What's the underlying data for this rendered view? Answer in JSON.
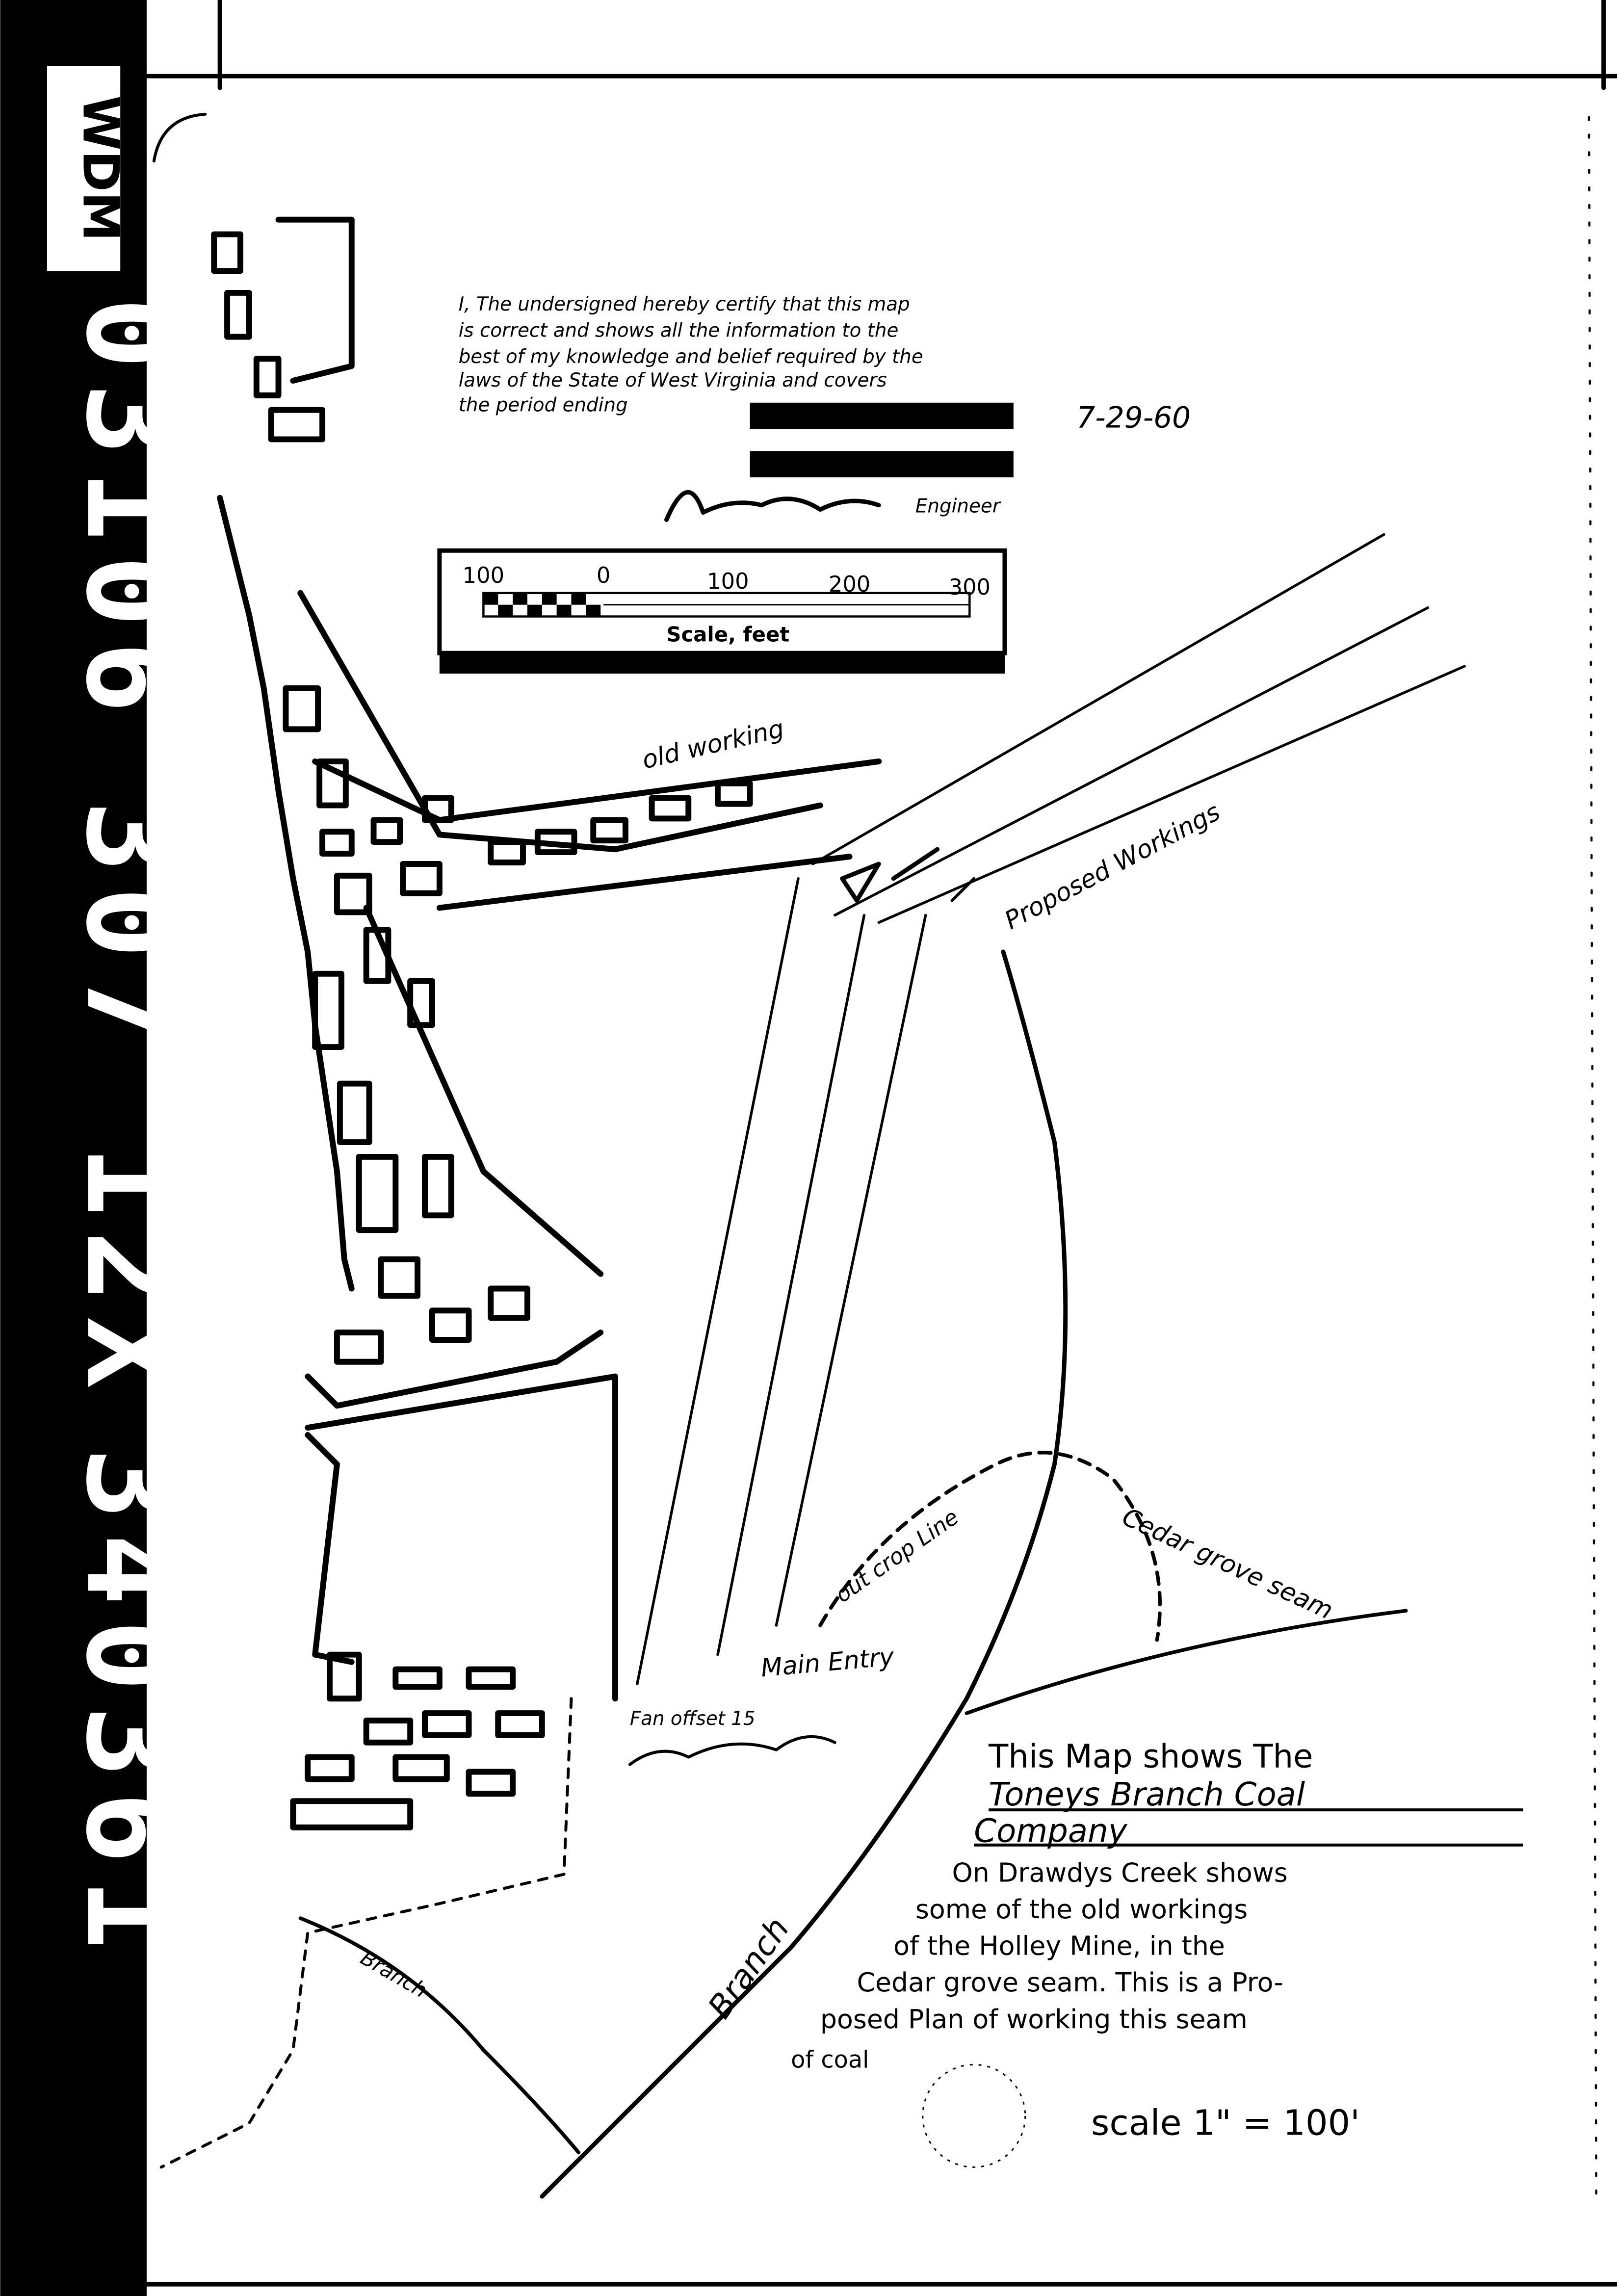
{
  "film_strip": {
    "labels": [
      "WDM",
      "0 3 1 0 6",
      "3 0 7",
      "1 2 X",
      "3 4 0 3 6 1"
    ]
  },
  "certification": {
    "lines": [
      "I, The undersigned hereby certify that this map",
      "is correct and shows all the information to the",
      "best of my knowledge and belief required by the",
      "laws of the State of West Virginia and covers",
      "the period ending"
    ],
    "date": "7-29-60",
    "title": "Engineer"
  },
  "scale_bar": {
    "ticks": [
      "100",
      "0",
      "100",
      "200",
      "300"
    ],
    "label": "Scale, feet"
  },
  "map_labels": {
    "old_working": "old working",
    "proposed_workings": "Proposed Workings",
    "main_entry": "Main Entry",
    "fan_offset": "Fan offset 15",
    "outcrop_line": "out crop Line",
    "seam": "Cedar grove seam",
    "branch_left": "Branch",
    "branch_right": "Branch"
  },
  "legend": {
    "lines": [
      "This Map shows The",
      "Toneys Branch Coal",
      "Company",
      "On Drawdys Creek shows",
      "some of the old workings",
      "of the Holley Mine, in the",
      "Cedar grove seam. This is a Pro-",
      "posed Plan of working this seam",
      "of coal"
    ],
    "scale": "scale 1\" = 100'"
  }
}
